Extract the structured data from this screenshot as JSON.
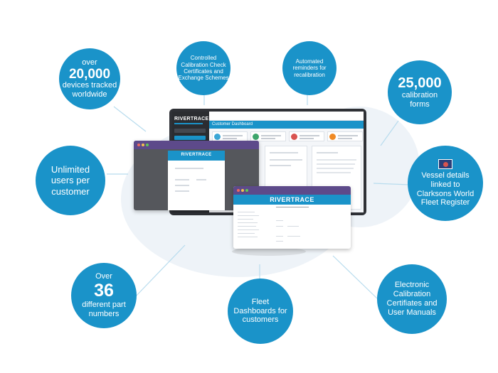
{
  "brand": {
    "name": "RIVERTRACE",
    "accent": "#1a93c9",
    "window_bar": "#5d4a8a"
  },
  "bubbles": {
    "devices": {
      "lead": "over",
      "number": "20,000",
      "line1": "devices tracked",
      "line2": "worldwide"
    },
    "controlled": {
      "line1": "Controlled",
      "line2": "Calibration Check",
      "line3": "Certificates and",
      "line4": "Exchange Schemes"
    },
    "reminders": {
      "line1": "Automated",
      "line2": "reminders for",
      "line3": "recalibration"
    },
    "forms": {
      "number": "25,000",
      "line1": "calibration",
      "line2": "forms"
    },
    "users": {
      "line1": "Unlimited",
      "line2": "users per",
      "line3": "customer"
    },
    "vessel": {
      "line1": "Vessel details",
      "line2": "linked to",
      "line3": "Clarksons World",
      "line4": "Fleet Register"
    },
    "parts": {
      "lead": "Over",
      "number": "36",
      "line1": "different part",
      "line2": "numbers"
    },
    "fleet": {
      "line1": "Fleet",
      "line2": "Dashboards for",
      "line3": "customers"
    },
    "certificates": {
      "line1": "Electronic",
      "line2": "Calibration",
      "line3": "Certifiates and",
      "line4": "User Manuals"
    }
  },
  "monitor": {
    "dashboard_title": "Customer Dashboard"
  },
  "icons": {
    "flag": "flag-icon"
  },
  "status_colors": {
    "teal": "#3aa6d6",
    "green": "#3ca56b",
    "red": "#d9534f",
    "orange": "#f08a24"
  }
}
